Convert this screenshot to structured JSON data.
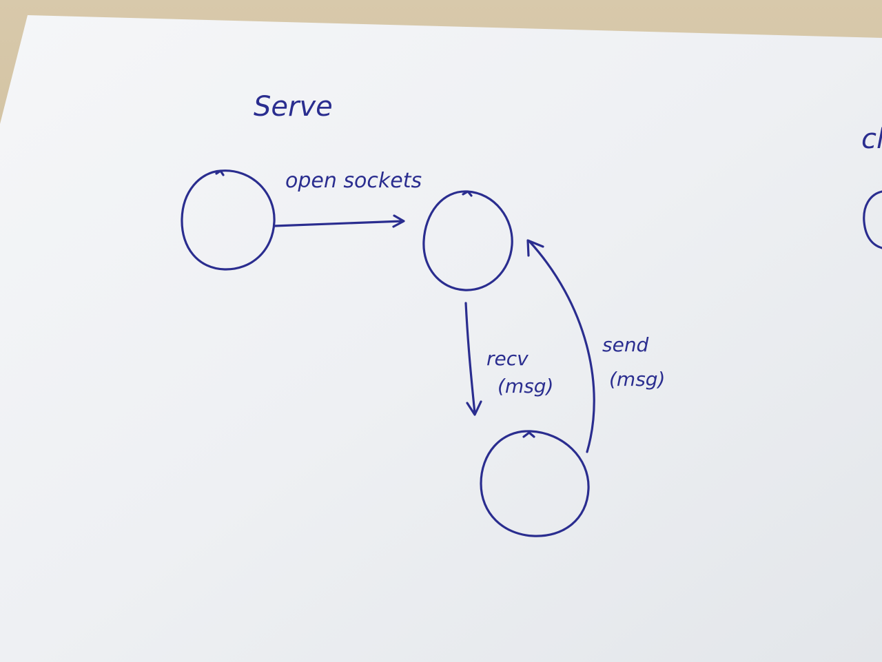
{
  "diagram": {
    "server_label": "Serve",
    "client_label": "cl",
    "edges": {
      "open_sockets": "open sockets",
      "recv": "recv",
      "recv_arg": "(msg)",
      "send": "send",
      "send_arg": "(msg)"
    },
    "colors": {
      "ink": "#2a2d8f",
      "paper": "#f2f3f5",
      "desk": "#cbb995"
    }
  }
}
